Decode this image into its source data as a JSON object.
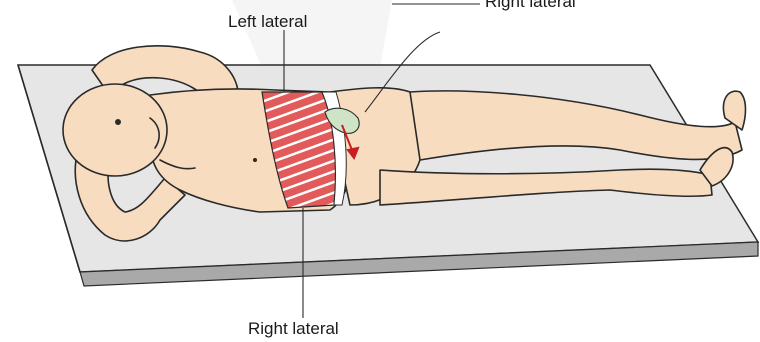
{
  "labels": {
    "left_lateral": "Left lateral",
    "right_lateral_top": "Right lateral",
    "right_lateral_bottom": "Right lateral"
  },
  "colors": {
    "skin": "#f7dcc0",
    "outline": "#2a2a2a",
    "table_top": "#e6e6e6",
    "table_edge": "#a9a9a9",
    "muscle": "#e05050",
    "muscle_stripe": "#ffffff",
    "flap": "#cfe3c6",
    "arrow": "#c81e1e"
  }
}
